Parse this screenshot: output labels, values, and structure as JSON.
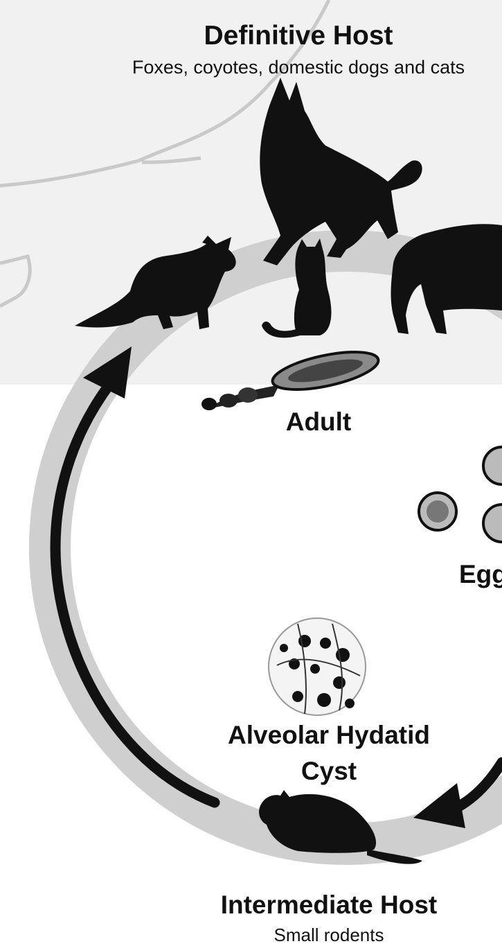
{
  "definitive_host": {
    "title": "Definitive Host",
    "subtitle": "Foxes, coyotes, domestic dogs and cats"
  },
  "stages": {
    "adult": "Adult",
    "eggs": "Egg",
    "cyst_line1": "Alveolar Hydatid",
    "cyst_line2": "Cyst"
  },
  "intermediate_host": {
    "title": "Intermediate Host",
    "subtitle": "Small rodents"
  },
  "colors": {
    "background_top": "#f1f1f1",
    "ring": "#cfcfcf",
    "silhouette": "#111111",
    "map_lines": "#c9c9c9"
  }
}
